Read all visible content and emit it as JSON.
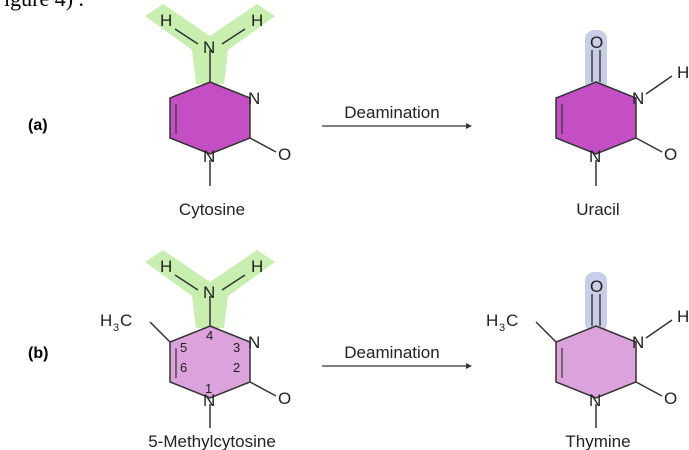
{
  "header_fragment": "igure 4) .",
  "rows": [
    {
      "label": "(a)",
      "reactant": "Cytosine",
      "arrow": "Deamination",
      "product": "Uracil"
    },
    {
      "label": "(b)",
      "reactant": "5-Methylcytosine",
      "arrow": "Deamination",
      "product": "Thymine"
    }
  ],
  "atoms": {
    "h": "H",
    "n": "N",
    "o": "O",
    "methyl_h": "H",
    "methyl_3": "3",
    "methyl_c": "C"
  },
  "ring_numbers": [
    "1",
    "2",
    "3",
    "4",
    "5",
    "6"
  ],
  "colors": {
    "ring_dark": "#c44ec4",
    "ring_light": "#dca2dc",
    "amine_highlight": "#c9efb0",
    "carbonyl_highlight": "#c8cde8",
    "bond": "#333333"
  }
}
